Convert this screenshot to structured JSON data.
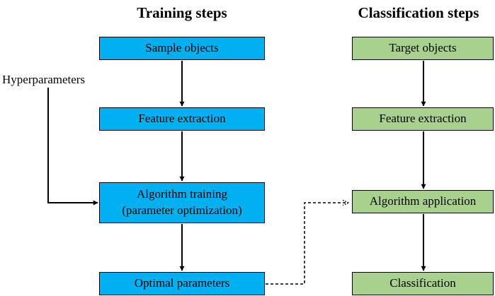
{
  "headers": {
    "training": "Training steps",
    "classification": "Classification steps"
  },
  "side_label": "Hyperparameters",
  "training_boxes": {
    "sample": "Sample objects",
    "feature": "Feature extraction",
    "algo_line1": "Algorithm training",
    "algo_line2": "(parameter optimization)",
    "optimal": "Optimal parameters"
  },
  "classification_boxes": {
    "target": "Target objects",
    "feature": "Feature extraction",
    "application": "Algorithm application",
    "classification": "Classification"
  },
  "colors": {
    "training_fill": "#00b0f0",
    "classification_fill": "#a9d18e",
    "stroke": "#000000"
  }
}
